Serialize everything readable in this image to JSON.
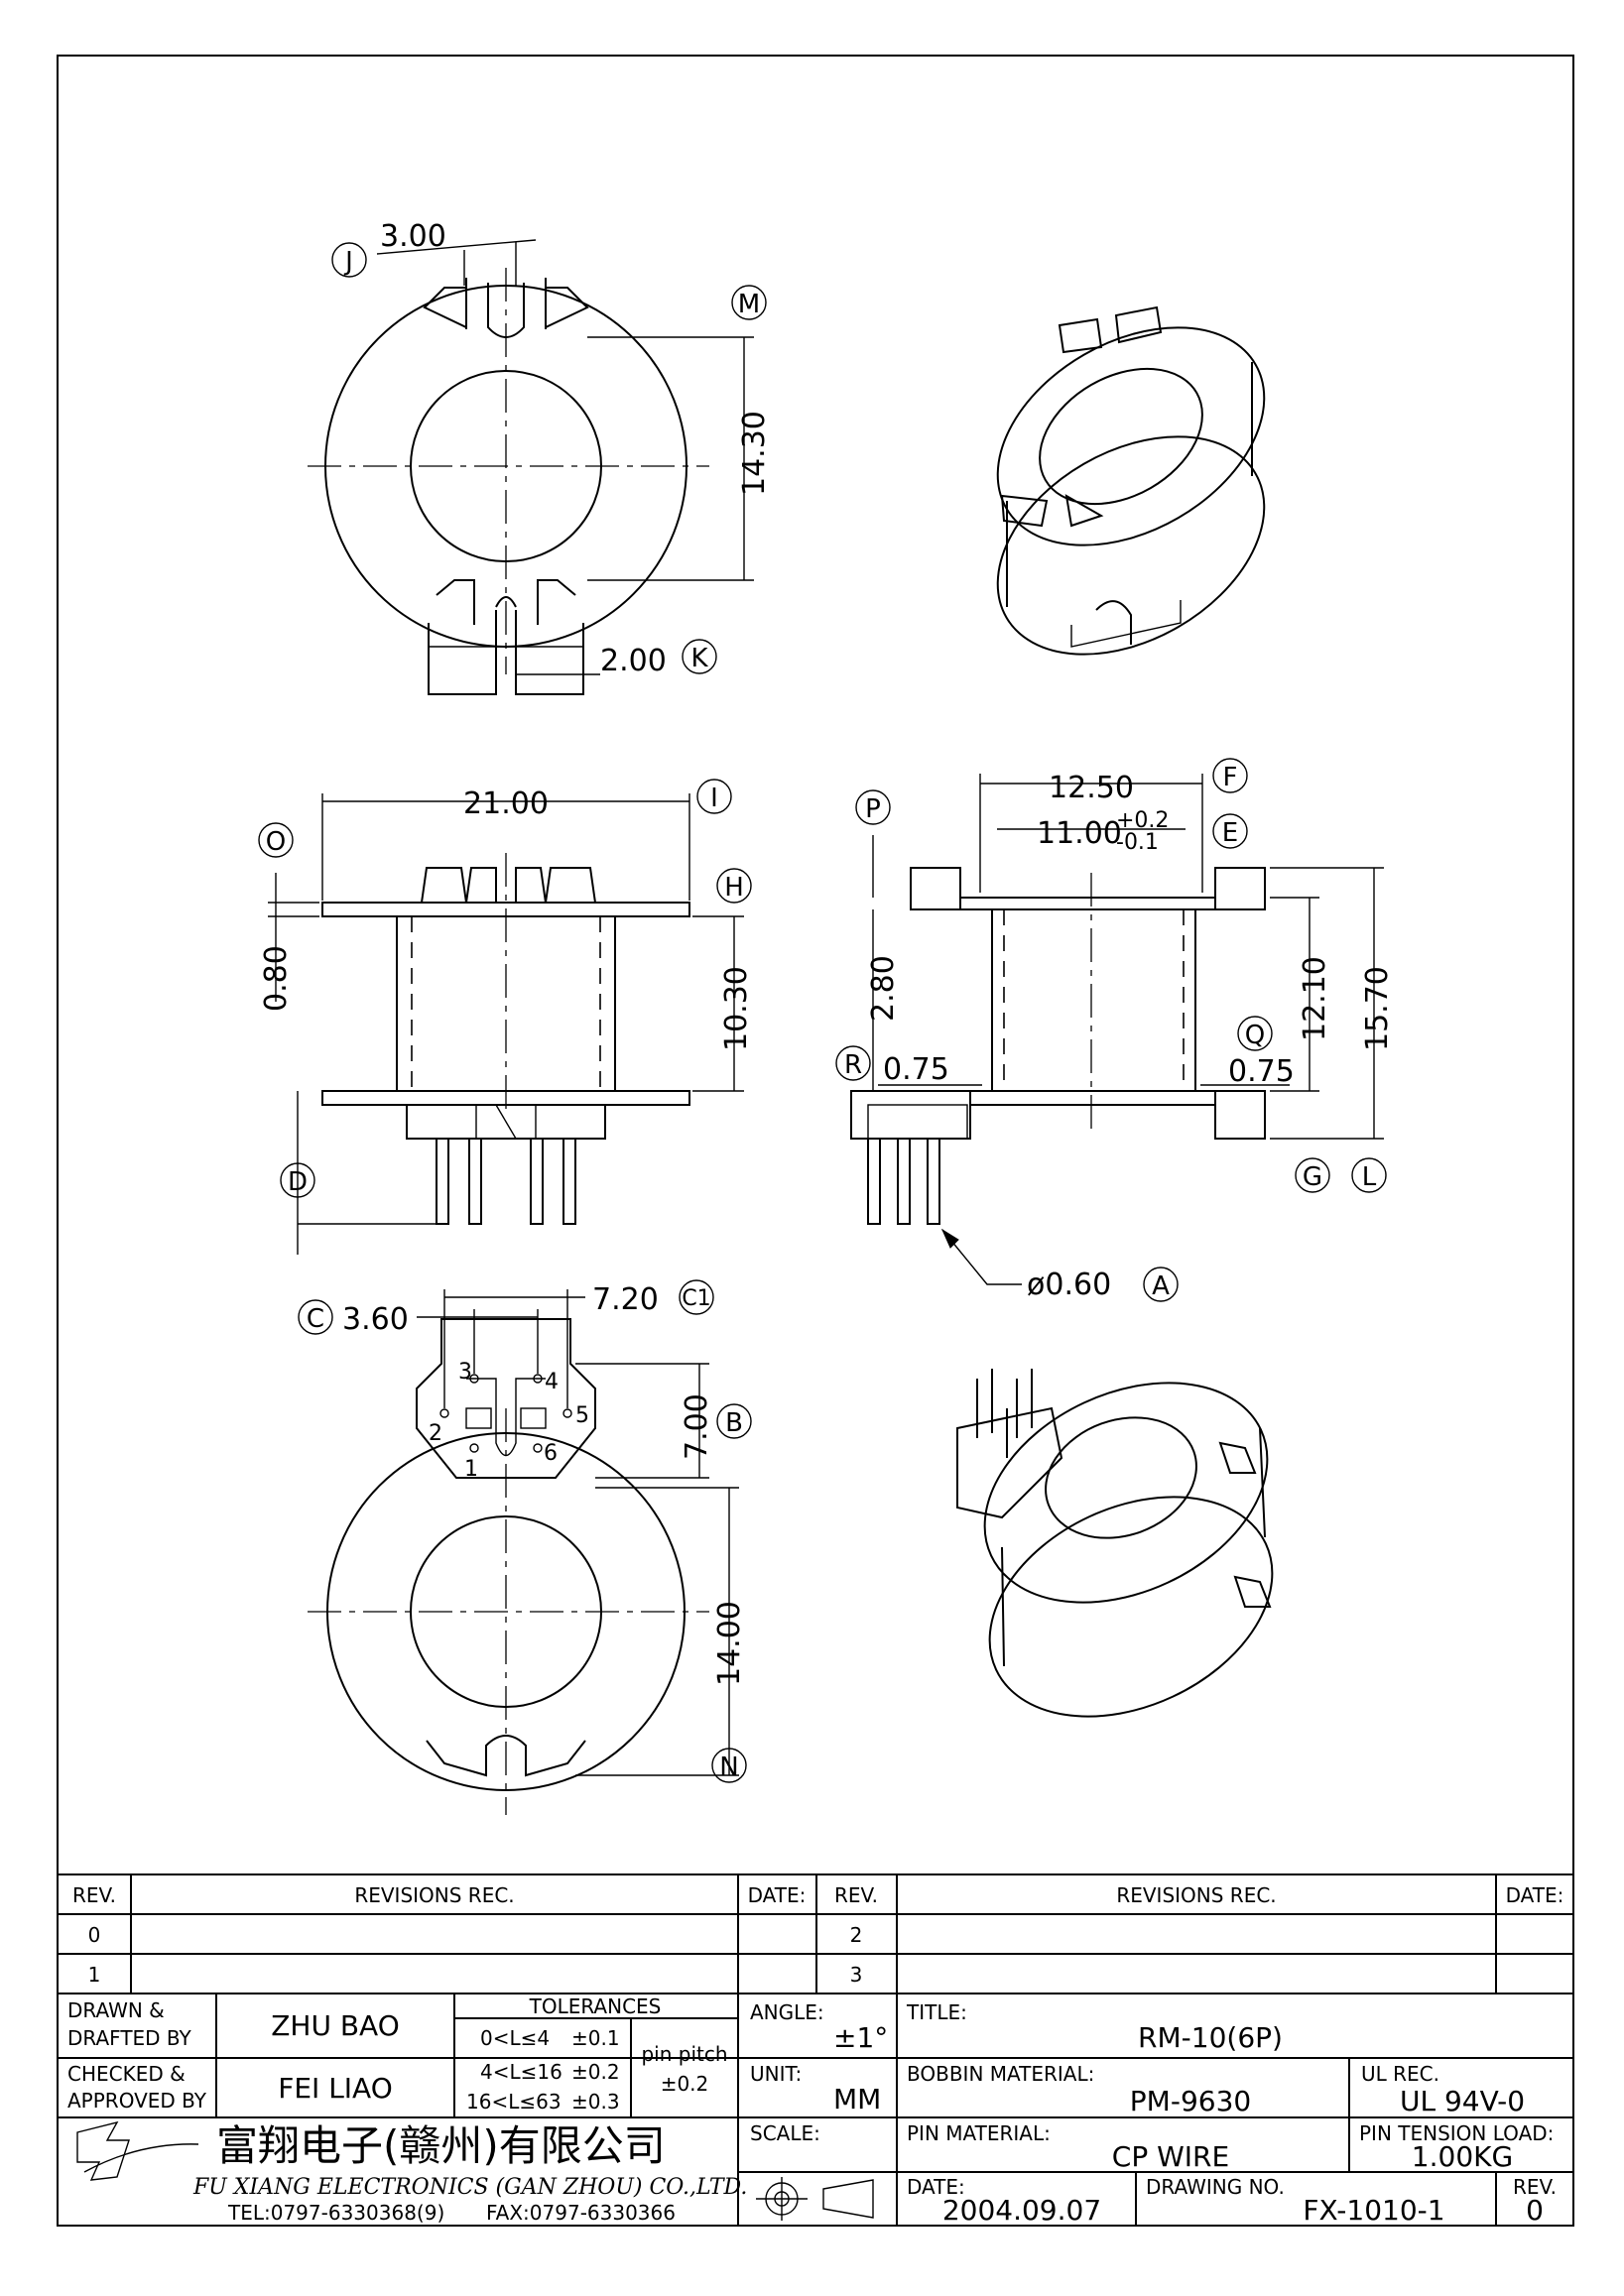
{
  "views": {
    "top_view": {
      "callouts": [
        "J",
        "M",
        "K"
      ],
      "dims": [
        "3.00",
        "14.30",
        "2.00"
      ]
    },
    "front_view": {
      "callouts": [
        "I",
        "O",
        "H",
        "D"
      ],
      "dims": [
        "21.00",
        "0.80",
        "10.30"
      ]
    },
    "side_view": {
      "callouts": [
        "F",
        "P",
        "E",
        "Q",
        "R",
        "G",
        "L",
        "A"
      ],
      "dims": [
        "12.50",
        "11.00",
        "+0.2",
        "-0.1",
        "2.80",
        "12.10",
        "15.70",
        "0.75",
        "0.75",
        "ø0.60"
      ]
    },
    "bottom_view": {
      "callouts": [
        "C",
        "C1",
        "B",
        "N"
      ],
      "dims": [
        "3.60",
        "7.20",
        "7.00",
        "14.00"
      ],
      "pins": [
        "1",
        "2",
        "3",
        "4",
        "5",
        "6"
      ]
    }
  },
  "revisions": {
    "headers": {
      "rev": "REV.",
      "rec": "REVISIONS REC.",
      "date": "DATE:"
    },
    "left_revs": [
      "0",
      "1"
    ],
    "right_revs": [
      "2",
      "3"
    ]
  },
  "title_block": {
    "drawn_label": "DRAWN &",
    "drafted_label": "DRAFTED BY",
    "drawn_by": "ZHU BAO",
    "checked_label": "CHECKED &",
    "approved_label": "APPROVED BY",
    "checked_by": "FEI LIAO",
    "tolerances_label": "TOLERANCES",
    "tol_1": "0<L≤4",
    "tol_1_val": "±0.1",
    "tol_2": "4<L≤16",
    "tol_2_val": "±0.2",
    "tol_3": "16<L≤63",
    "tol_3_val": "±0.3",
    "pin_pitch_label": "pin pitch",
    "pin_pitch_val": "±0.2",
    "angle_label": "ANGLE:",
    "angle_val": "±1°",
    "unit_label": "UNIT:",
    "unit_val": "MM",
    "scale_label": "SCALE:",
    "title_label": "TITLE:",
    "title_val": "RM-10(6P)",
    "bobbin_material_label": "BOBBIN MATERIAL:",
    "bobbin_material_val": "PM-9630",
    "ul_label": "UL REC.",
    "ul_val": "UL 94V-0",
    "pin_material_label": "PIN MATERIAL:",
    "pin_material_val": "CP WIRE",
    "pin_tension_label": "PIN TENSION LOAD:",
    "pin_tension_val": "1.00KG",
    "date_label": "DATE:",
    "date_val": "2004.09.07",
    "drawing_no_label": "DRAWING NO.",
    "drawing_no_val": "FX-1010-1",
    "rev_label": "REV.",
    "rev_val": "0"
  },
  "company": {
    "name_cn": "富翔电子(赣州)有限公司",
    "name_en": "FU XIANG ELECTRONICS (GAN ZHOU) CO.,LTD.",
    "tel": "TEL:0797-6330368(9)",
    "fax": "FAX:0797-6330366"
  }
}
